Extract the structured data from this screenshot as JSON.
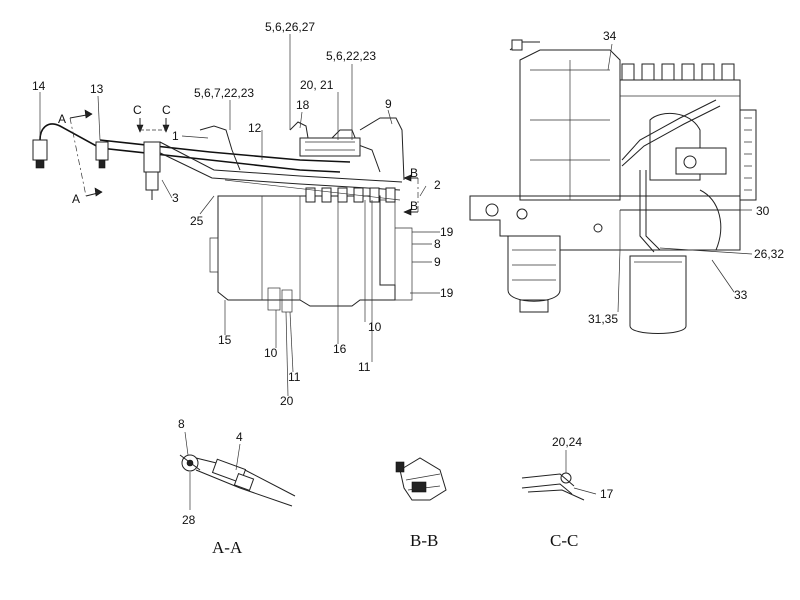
{
  "drawing": {
    "callouts": {
      "c14": "14",
      "c13": "13",
      "cA_top": "A",
      "cC_left": "C",
      "cC_right": "C",
      "c1": "1",
      "c3": "3",
      "cA_bottom": "A",
      "c5_6_7_22_23": "5,6,7,22,23",
      "c5_6_26_27": "5,6,26,27",
      "c18": "18",
      "c12": "12",
      "c20_21": "20, 21",
      "c5_6_22_23": "5,6,22,23",
      "c9_top": "9",
      "cB_top": "B",
      "c2": "2",
      "cB_bottom": "B",
      "c25": "25",
      "c19_top": "19",
      "c8_main": "8",
      "c9_mid": "9",
      "c19_bottom": "19",
      "c15": "15",
      "c16": "16",
      "c10_right": "10",
      "c11_right": "11",
      "c10_left": "10",
      "c11_left": "11",
      "c20_bottom": "20",
      "c34": "34",
      "c30": "30",
      "c26_32": "26,32",
      "c33": "33",
      "c31_35": "31,35",
      "c8_section": "8",
      "c4": "4",
      "c28": "28",
      "c20_24": "20,24",
      "c17": "17"
    },
    "section_titles": {
      "aa": "A-A",
      "bb": "B-B",
      "cc": "C-C"
    }
  }
}
